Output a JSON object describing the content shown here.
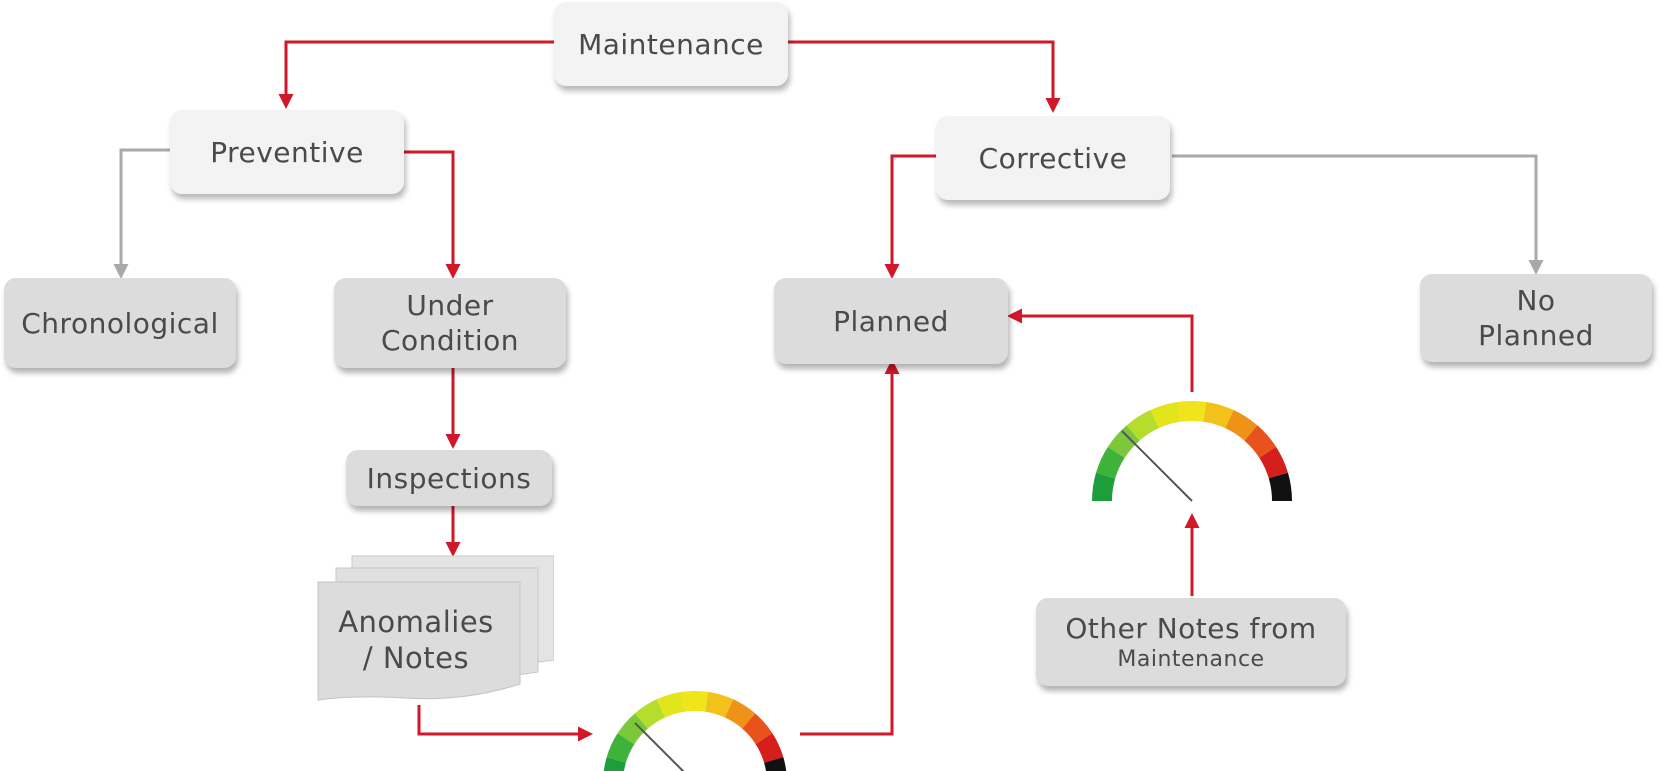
{
  "nodes": {
    "maintenance": "Maintenance",
    "preventive": "Preventive",
    "corrective": "Corrective",
    "chronological": "Chronological",
    "under_condition": [
      "Under",
      "Condition"
    ],
    "planned": "Planned",
    "no_planned": [
      "No",
      "Planned"
    ],
    "inspections": "Inspections",
    "anomalies": [
      "Anomalies",
      "/ Notes"
    ],
    "other_notes": [
      "Other Notes from",
      "Maintenance"
    ]
  },
  "colors": {
    "primary_arrow": "#d0182a",
    "secondary_arrow": "#a9a9a9",
    "node_light": "#f3f3f3",
    "node_mid": "#dcdcdc",
    "text": "#4a4a4a"
  },
  "icons": [
    "gauge-icon",
    "gauge-icon"
  ]
}
